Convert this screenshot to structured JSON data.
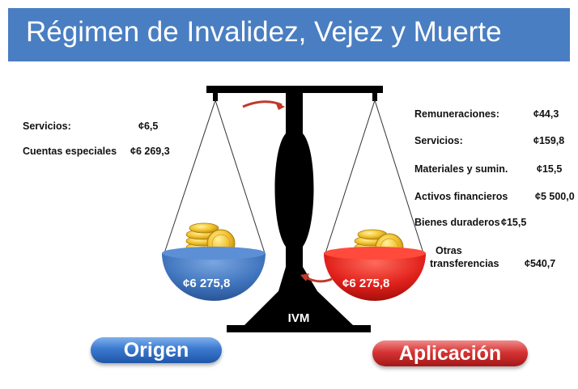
{
  "title": "Régimen de Invalidez, Vejez y Muerte",
  "center_label": "IVM",
  "origen": {
    "total": "¢6 275,8",
    "items": [
      {
        "label": "Servicios:",
        "value": "¢6,5"
      },
      {
        "label": "Cuentas especiales",
        "value": "¢6 269,3"
      }
    ],
    "button_label": "Origen"
  },
  "aplicacion": {
    "total": "¢6 275,8",
    "items": [
      {
        "label": "Remuneraciones:",
        "value": "¢44,3"
      },
      {
        "label": "Servicios:",
        "value": "¢159,8"
      },
      {
        "label": "Materiales y sumin.",
        "value": "¢15,5"
      },
      {
        "label": "Activos financieros",
        "value": "¢5 500,0"
      },
      {
        "label": "Bienes duraderos",
        "value": "¢15,5"
      },
      {
        "label": "Otras",
        "label2": "transferencias",
        "value": "¢540,7"
      }
    ],
    "button_label": "Aplicación"
  },
  "colors": {
    "title_bar": "#4a7ec2",
    "left_pan": "#3f74bd",
    "right_pan": "#e0201a",
    "scale": "#000000",
    "arrow": "#c0392b",
    "coins": "#f2c12e"
  },
  "icons": [
    "coin-stack-icon",
    "coin-stack-icon",
    "curved-arrow-icon",
    "curved-arrow-icon"
  ]
}
